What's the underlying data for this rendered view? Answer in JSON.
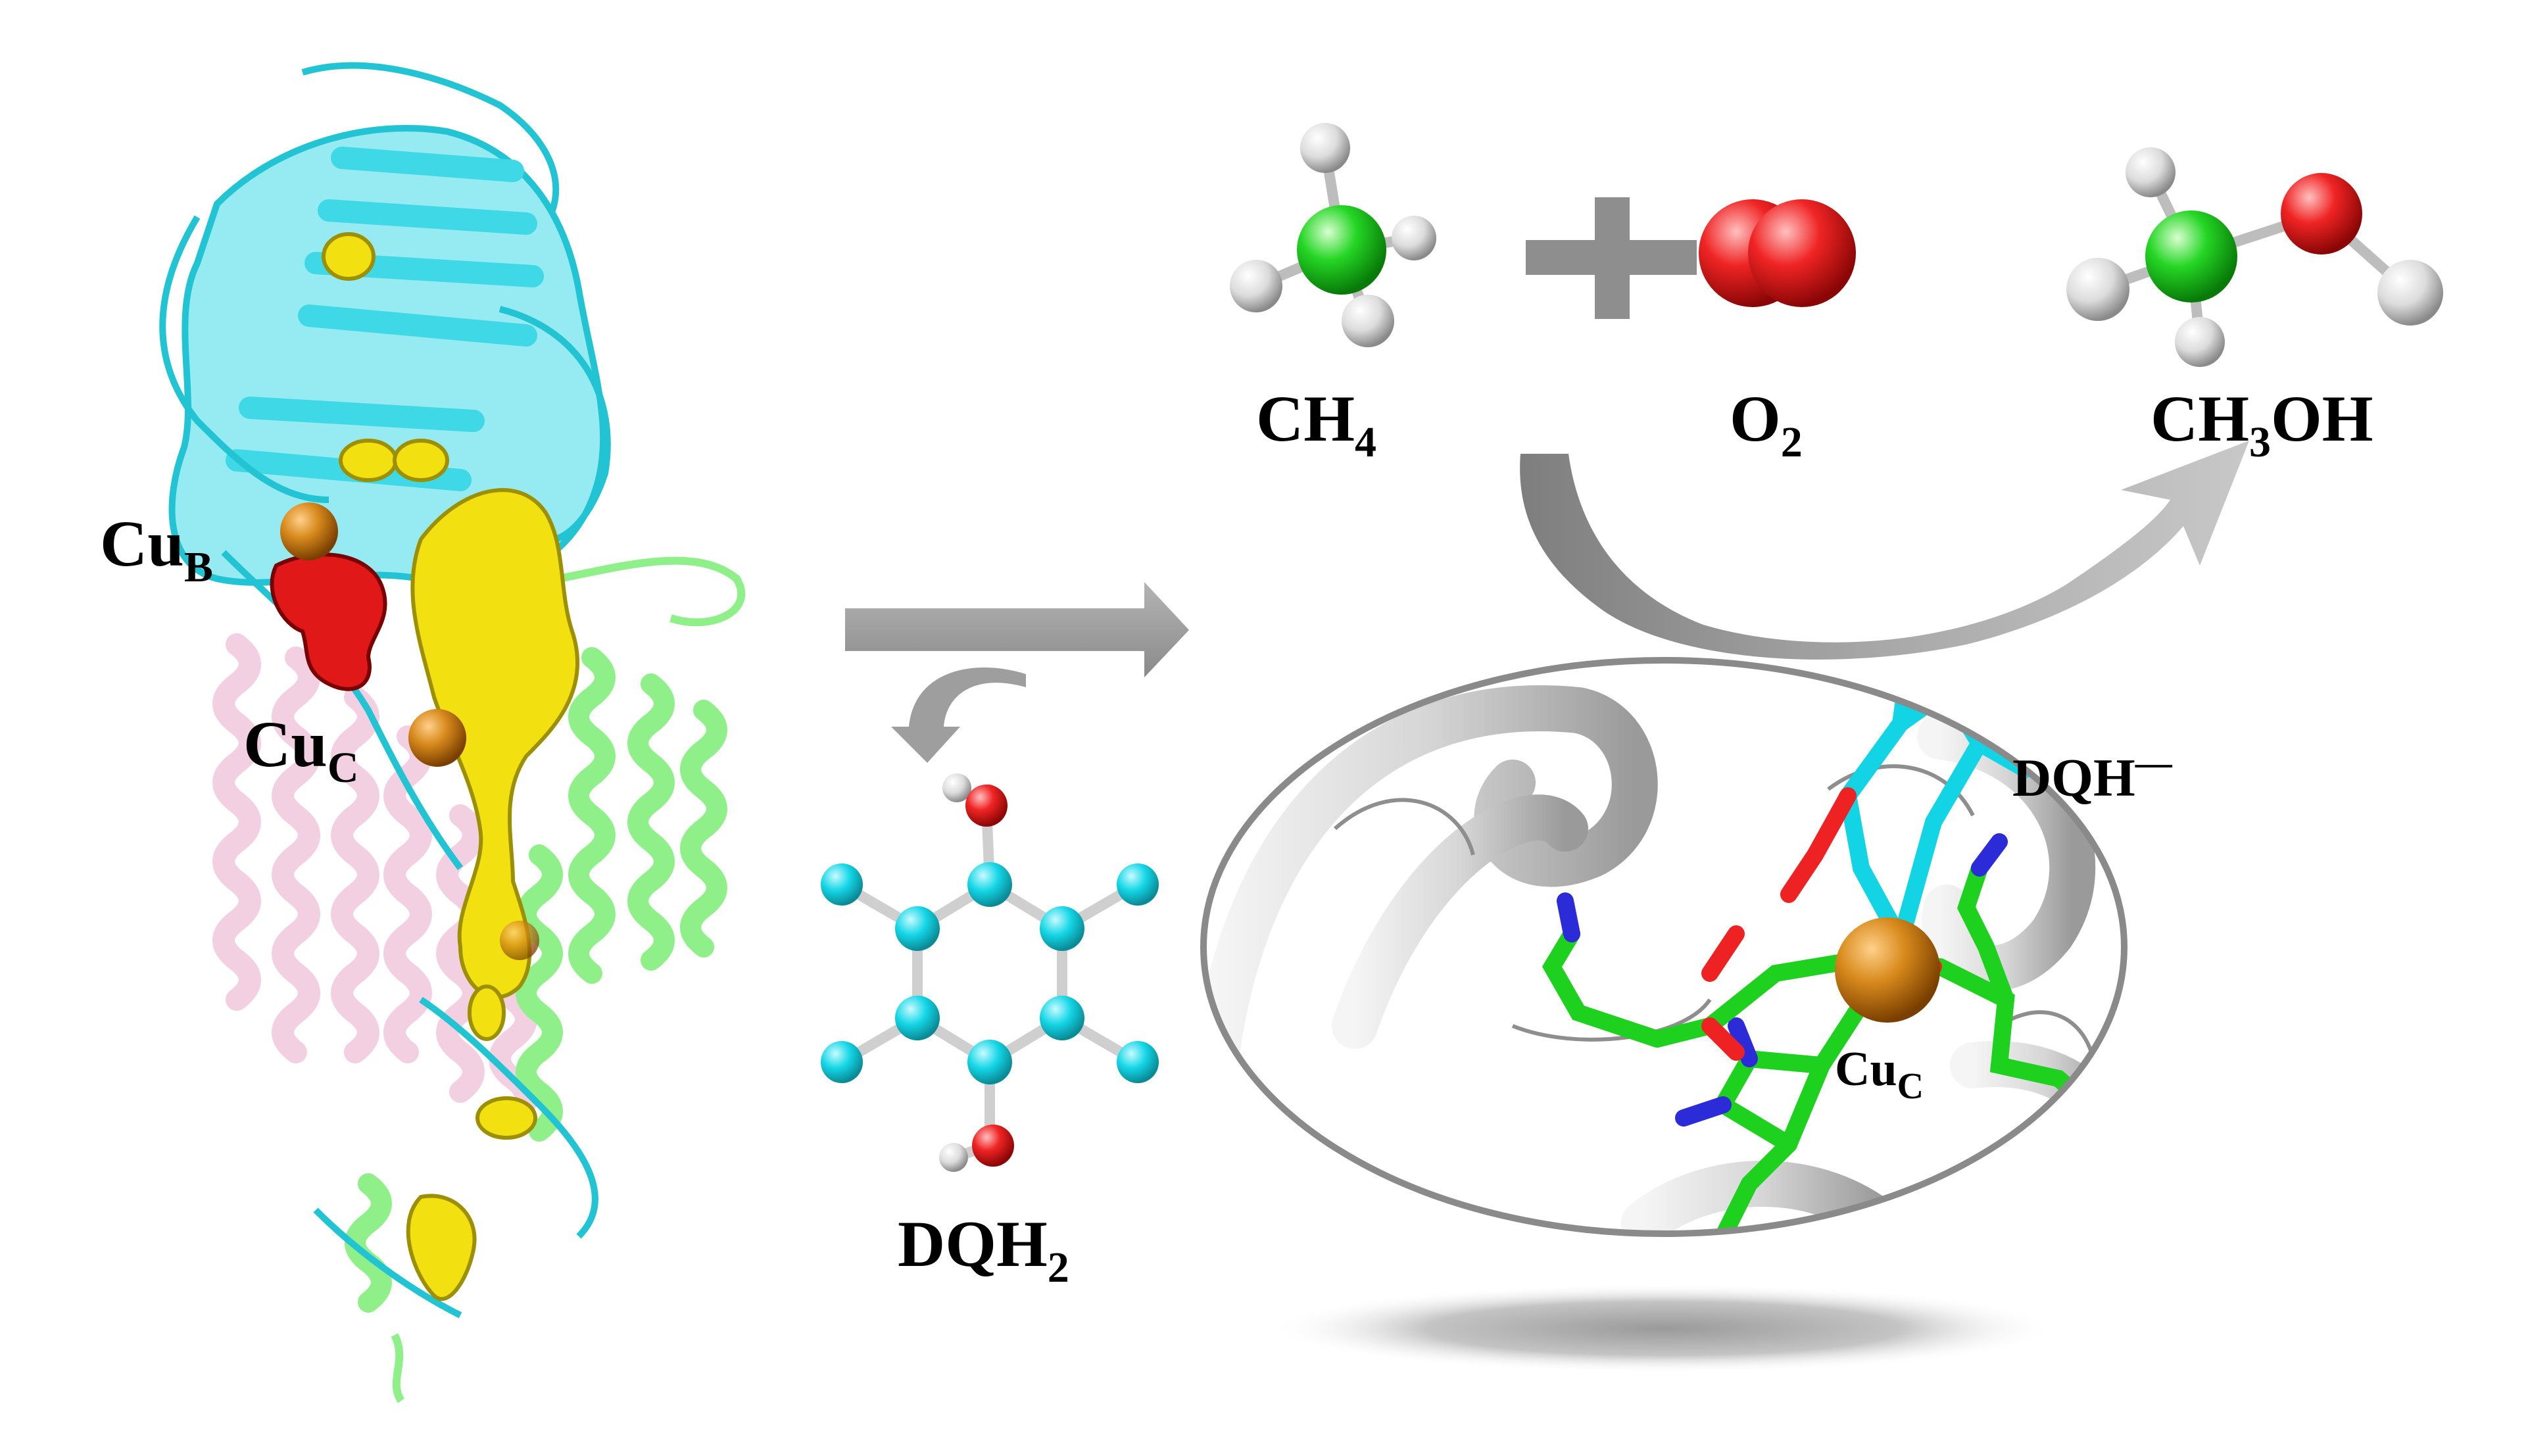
{
  "labels": {
    "cub": {
      "main": "Cu",
      "sub": "B"
    },
    "cuc_protein": {
      "main": "Cu",
      "sub": "C"
    },
    "dqh2": {
      "main": "DQH",
      "sub": "2"
    },
    "ch4": {
      "main": "CH",
      "sub": "4"
    },
    "o2": {
      "main": "O",
      "sub": "2"
    },
    "ch3oh": {
      "main": "CH",
      "sub": "3",
      "tail": "OH"
    },
    "dqh_minus": {
      "main": "DQH",
      "sup": "—"
    },
    "cuc_site": {
      "main": "Cu",
      "sub": "C"
    }
  },
  "colors": {
    "protein_cyan": "#3fd8e6",
    "protein_green": "#8ff08a",
    "protein_pink": "#f2cfe1",
    "cavity_yellow": "#f2e010",
    "cavity_red": "#e01818",
    "copper": "#c8780e",
    "carbon_green": "#1fd11f",
    "hydrogen": "#d9d9d9",
    "oxygen": "#ee2222",
    "ring_cyan": "#12d4e4",
    "arrow_gray": "#9e9e9e",
    "nitrogen_blue": "#2b2bd8"
  },
  "icons": [
    "protein-structure",
    "plus-icon",
    "right-arrow-icon",
    "curved-arrow-icon",
    "binding-site-lens"
  ]
}
